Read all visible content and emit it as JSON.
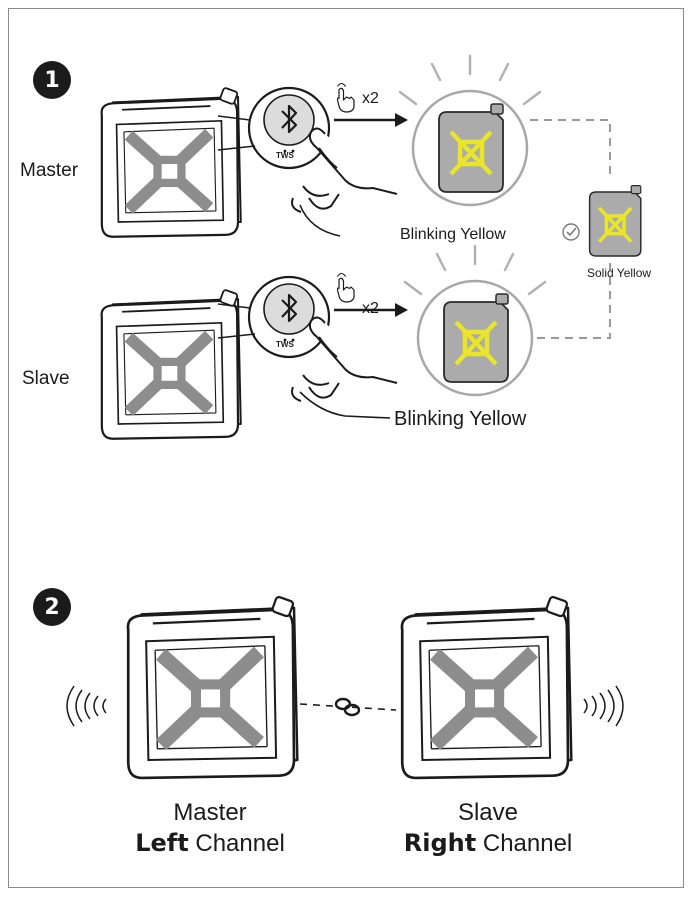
{
  "step1": {
    "number": "1",
    "master_label": "Master",
    "slave_label": "Slave",
    "press_count": "x2",
    "tws_label": "TWS",
    "blinking_master": "Blinking Yellow",
    "blinking_slave": "Blinking Yellow",
    "solid": "Solid Yellow"
  },
  "step2": {
    "number": "2",
    "master_title": "Master",
    "master_channel_bold": "Left",
    "master_channel_rest": " Channel",
    "slave_title": "Slave",
    "slave_channel_bold": "Right",
    "slave_channel_rest": " Channel"
  },
  "colors": {
    "accent_yellow": "#e9e52a",
    "speaker_gray": "#8d8d8d",
    "line": "#1b1b1b",
    "dashed": "#9a9a9a"
  }
}
